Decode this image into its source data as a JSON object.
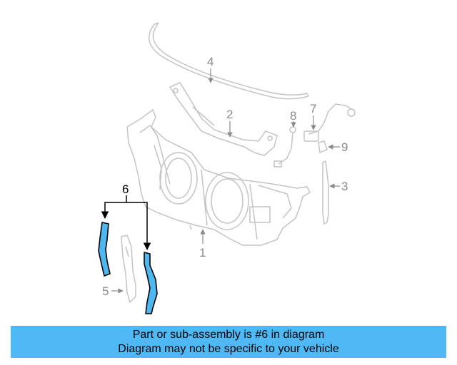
{
  "callouts": {
    "c1": "1",
    "c2": "2",
    "c3": "3",
    "c4": "4",
    "c5": "5",
    "c6": "6",
    "c7": "7",
    "c8": "8",
    "c9": "9"
  },
  "banner": {
    "line1": "Part or sub-assembly is #6 in diagram",
    "line2": "Diagram may not be specific to your vehicle"
  },
  "colors": {
    "highlight": "#4db8f0",
    "banner_bg": "#4fb9f5",
    "faded_line": "#c4c4c4",
    "text": "#000000"
  }
}
